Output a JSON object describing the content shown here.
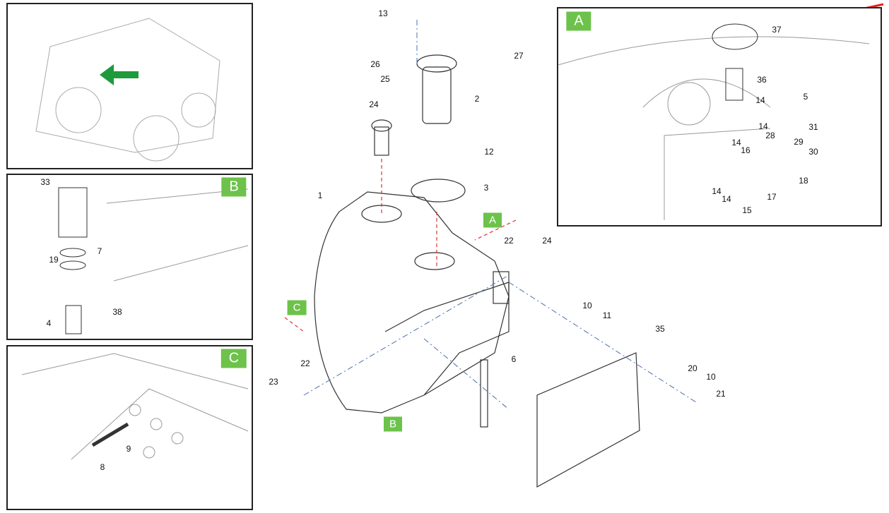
{
  "colors": {
    "badge": "#6cc24a",
    "arrow_red": "#e8231e",
    "arrow_green": "#1e9a3c",
    "leader_dash_red": "#d33",
    "leader_dash_blue": "#4a6fb0"
  },
  "main": {
    "labels": [
      "13",
      "26",
      "25",
      "27",
      "2",
      "24",
      "12",
      "3",
      "1",
      "22",
      "24",
      "10",
      "11",
      "35",
      "6",
      "22",
      "23",
      "20",
      "10",
      "21"
    ],
    "badges": [
      "A",
      "C",
      "B"
    ]
  },
  "panel_a": {
    "badge": "A",
    "labels": [
      "37",
      "36",
      "14",
      "5",
      "31",
      "14",
      "28",
      "14",
      "16",
      "29",
      "30",
      "18",
      "14",
      "14",
      "17",
      "15"
    ]
  },
  "panel_b": {
    "badge": "B",
    "labels": [
      "33",
      "7",
      "19",
      "4",
      "38"
    ]
  },
  "panel_c": {
    "badge": "C",
    "labels": [
      "9",
      "8"
    ]
  },
  "panel_overview": {
    "icons": [
      "machine-overview",
      "green-arrow-icon"
    ]
  }
}
